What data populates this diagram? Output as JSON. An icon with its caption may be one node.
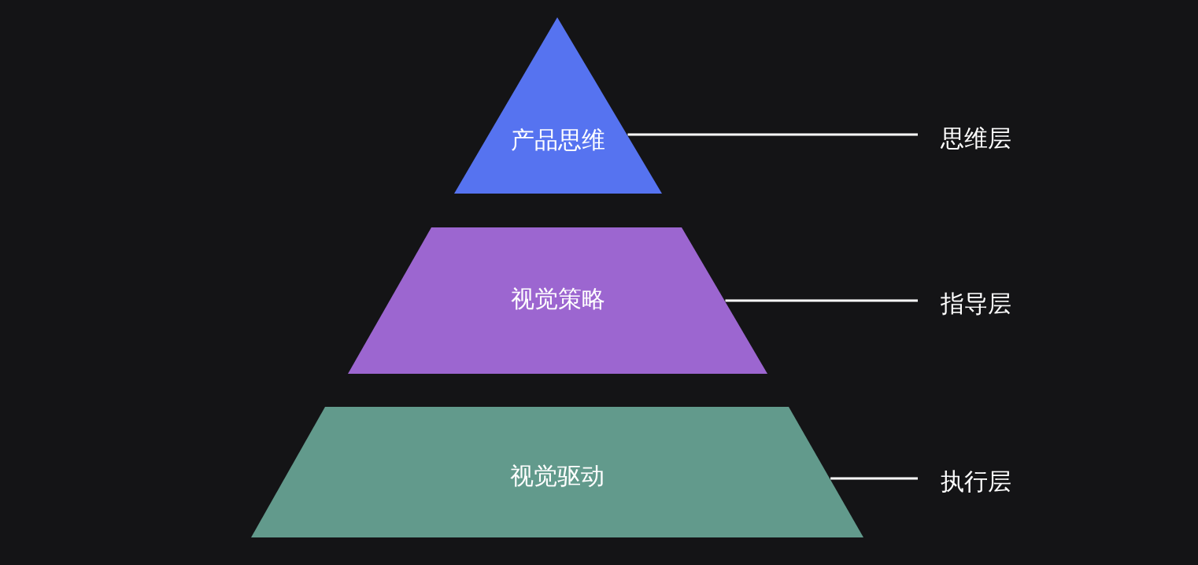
{
  "diagram": {
    "nodes": [
      {
        "text": [
          "产品思维"
        ]
      },
      {
        "text": [
          "视觉策略"
        ]
      },
      {
        "text": [
          "视觉驱动"
        ]
      },
      {
        "text": [
          "思维层"
        ]
      },
      {
        "text": [
          "指导层"
        ]
      },
      {
        "text": [
          "执行层"
        ]
      }
    ],
    "edges": [
      {
        "from": 0,
        "to": 3,
        "arrow": "none"
      },
      {
        "from": 1,
        "to": 4,
        "arrow": "none"
      },
      {
        "from": 2,
        "to": 5,
        "arrow": "none"
      }
    ]
  }
}
